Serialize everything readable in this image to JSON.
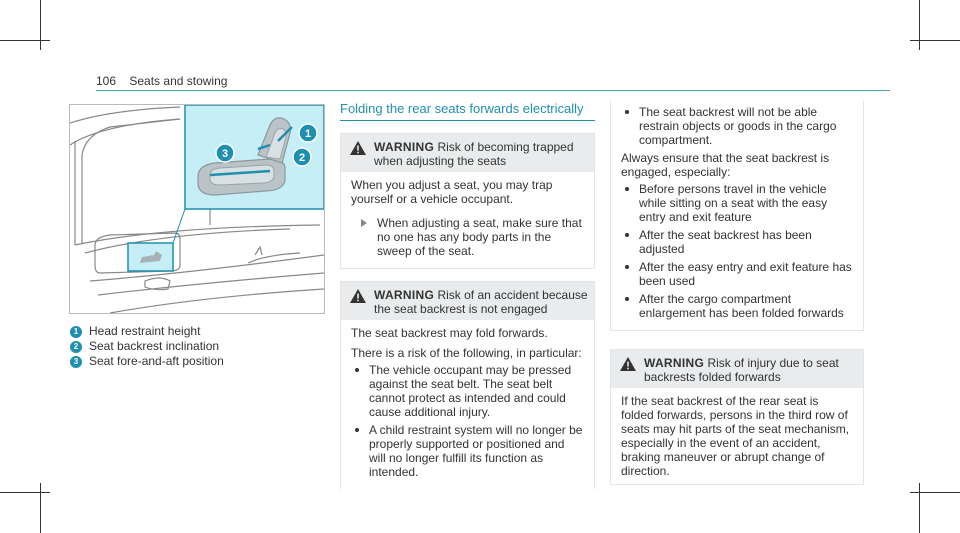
{
  "header": {
    "page_number": "106",
    "section": "Seats and stowing"
  },
  "legend": [
    {
      "num": "1",
      "text": "Head restraint height"
    },
    {
      "num": "2",
      "text": "Seat backrest inclination"
    },
    {
      "num": "3",
      "text": "Seat fore-and-aft position"
    }
  ],
  "section_title": "Folding the rear seats forwards electrically",
  "warning1": {
    "label": "WARNING",
    "title": "Risk of becoming trapped when adjusting the seats",
    "body": "When you adjust a seat, you may trap yourself or a vehicle occupant.",
    "action": "When adjusting a seat, make sure that no one has any body parts in the sweep of the seat."
  },
  "warning2": {
    "label": "WARNING",
    "title": "Risk of an accident because the seat backrest is not engaged",
    "p1": "The seat backrest may fold forwards.",
    "p2": "There is a risk of the following, in particular:",
    "bullets": [
      "The vehicle occupant may be pressed against the seat belt. The seat belt cannot protect as intended and could cause additional injury.",
      "A child restraint system will no longer be properly supported or positioned and will no longer fulfill its function as intended."
    ]
  },
  "warning2_cont": {
    "bullet": "The seat backrest will not be able restrain objects or goods in the cargo compartment.",
    "p1": "Always ensure that the seat backrest is engaged, especially:",
    "bullets": [
      "Before persons travel in the vehicle while sitting on a seat with the easy entry and exit feature",
      "After the seat backrest has been adjusted",
      "After the easy entry and exit feature has been used",
      "After the cargo compartment enlargement has been folded forwards"
    ]
  },
  "warning3": {
    "label": "WARNING",
    "title": "Risk of injury due to seat backrests folded forwards",
    "body": "If the seat backrest of the rear seat is folded forwards, persons in the third row of seats may hit parts of the seat mechanism, especially in the event of an accident, braking maneuver or abrupt change of direction."
  },
  "colors": {
    "accent": "#1f8fb0",
    "highlight": "#c6eef6",
    "warning_bg": "#e9ebec"
  }
}
